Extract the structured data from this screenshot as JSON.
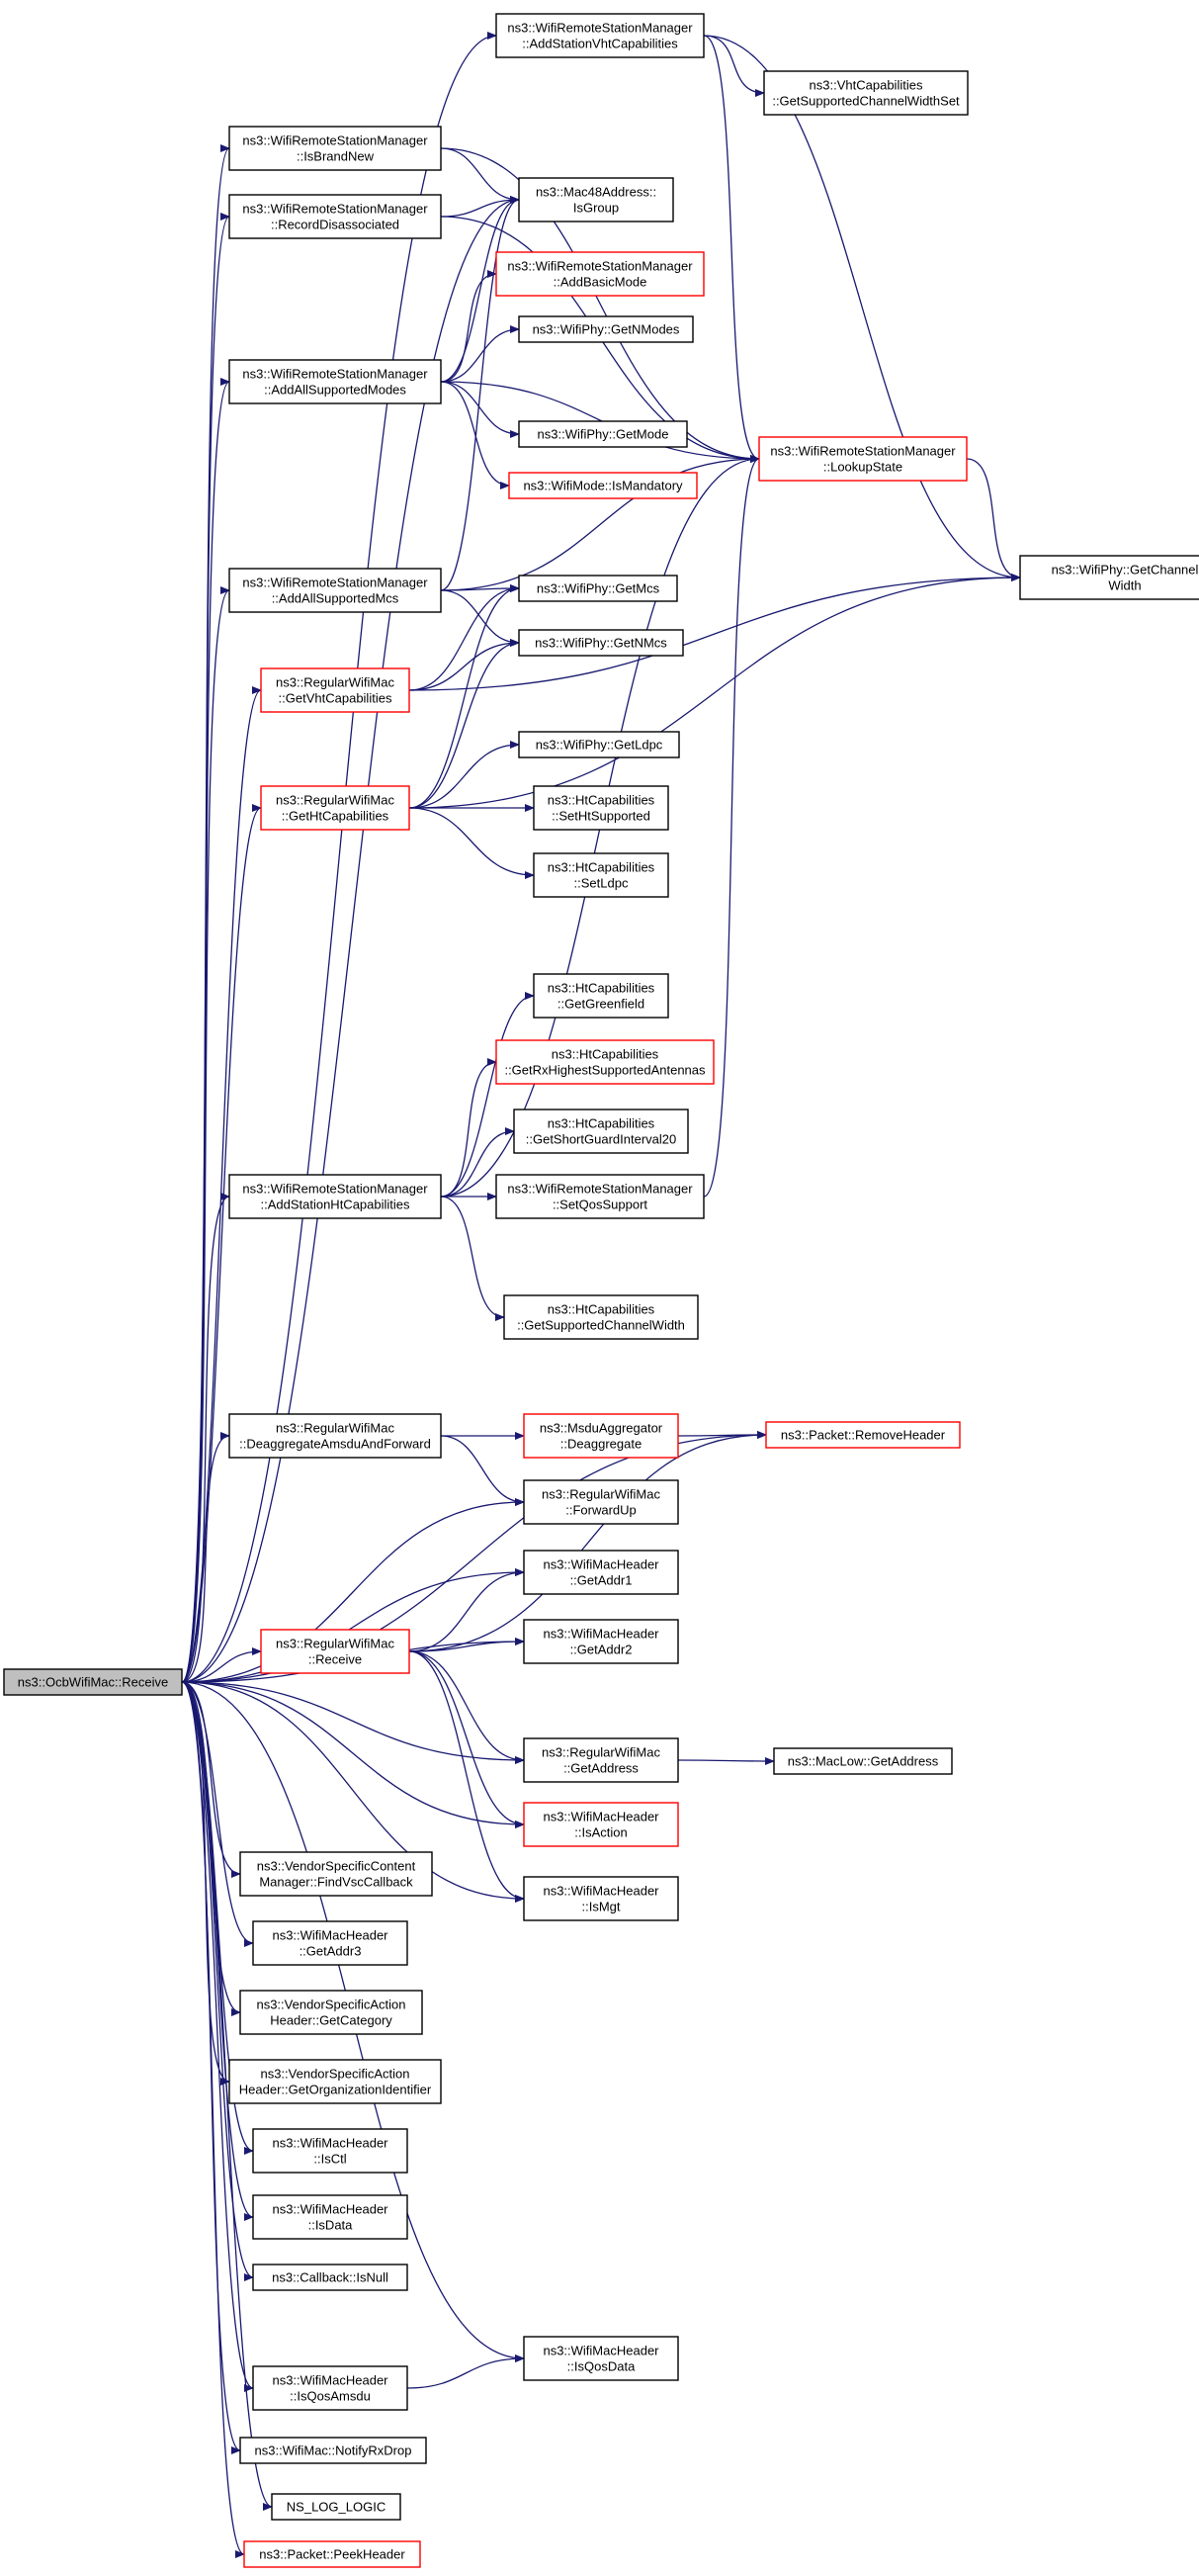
{
  "graph": {
    "title": "",
    "edge_color": "#191970",
    "border_colors": {
      "normal": "#000000",
      "truncated": "#ff0000"
    },
    "root_fill": "#bfbfbf",
    "nodes": [
      {
        "id": "root",
        "lines": [
          "ns3::OcbWifiMac::Receive"
        ],
        "border": "root"
      },
      {
        "id": "addVht",
        "lines": [
          "ns3::WifiRemoteStationManager",
          "::AddStationVhtCapabilities"
        ],
        "border": "normal"
      },
      {
        "id": "vhtWidth",
        "lines": [
          "ns3::VhtCapabilities",
          "::GetSupportedChannelWidthSet"
        ],
        "border": "normal"
      },
      {
        "id": "isBrandNew",
        "lines": [
          "ns3::WifiRemoteStationManager",
          "::IsBrandNew"
        ],
        "border": "normal"
      },
      {
        "id": "recordDis",
        "lines": [
          "ns3::WifiRemoteStationManager",
          "::RecordDisassociated"
        ],
        "border": "normal"
      },
      {
        "id": "isGroup",
        "lines": [
          "ns3::Mac48Address::",
          "IsGroup"
        ],
        "border": "normal"
      },
      {
        "id": "addBasic",
        "lines": [
          "ns3::WifiRemoteStationManager",
          "::AddBasicMode"
        ],
        "border": "truncated"
      },
      {
        "id": "getNModes",
        "lines": [
          "ns3::WifiPhy::GetNModes"
        ],
        "border": "normal"
      },
      {
        "id": "addAllModes",
        "lines": [
          "ns3::WifiRemoteStationManager",
          "::AddAllSupportedModes"
        ],
        "border": "normal"
      },
      {
        "id": "getMode",
        "lines": [
          "ns3::WifiPhy::GetMode"
        ],
        "border": "normal"
      },
      {
        "id": "lookup",
        "lines": [
          "ns3::WifiRemoteStationManager",
          "::LookupState"
        ],
        "border": "truncated"
      },
      {
        "id": "isMandatory",
        "lines": [
          "ns3::WifiMode::IsMandatory"
        ],
        "border": "truncated"
      },
      {
        "id": "chanWidth",
        "lines": [
          "ns3::WifiPhy::GetChannel",
          "Width"
        ],
        "border": "normal"
      },
      {
        "id": "addAllMcs",
        "lines": [
          "ns3::WifiRemoteStationManager",
          "::AddAllSupportedMcs"
        ],
        "border": "normal"
      },
      {
        "id": "getMcs",
        "lines": [
          "ns3::WifiPhy::GetMcs"
        ],
        "border": "normal"
      },
      {
        "id": "getNMcs",
        "lines": [
          "ns3::WifiPhy::GetNMcs"
        ],
        "border": "normal"
      },
      {
        "id": "getVht",
        "lines": [
          "ns3::RegularWifiMac",
          "::GetVhtCapabilities"
        ],
        "border": "truncated"
      },
      {
        "id": "getLdpc",
        "lines": [
          "ns3::WifiPhy::GetLdpc"
        ],
        "border": "normal"
      },
      {
        "id": "getHt",
        "lines": [
          "ns3::RegularWifiMac",
          "::GetHtCapabilities"
        ],
        "border": "truncated"
      },
      {
        "id": "setHtSup",
        "lines": [
          "ns3::HtCapabilities",
          "::SetHtSupported"
        ],
        "border": "normal"
      },
      {
        "id": "setLdpc",
        "lines": [
          "ns3::HtCapabilities",
          "::SetLdpc"
        ],
        "border": "normal"
      },
      {
        "id": "getGreen",
        "lines": [
          "ns3::HtCapabilities",
          "::GetGreenfield"
        ],
        "border": "normal"
      },
      {
        "id": "getRxAnt",
        "lines": [
          "ns3::HtCapabilities",
          "::GetRxHighestSupportedAntennas"
        ],
        "border": "truncated"
      },
      {
        "id": "getSgi",
        "lines": [
          "ns3::HtCapabilities",
          "::GetShortGuardInterval20"
        ],
        "border": "normal"
      },
      {
        "id": "addHt",
        "lines": [
          "ns3::WifiRemoteStationManager",
          "::AddStationHtCapabilities"
        ],
        "border": "normal"
      },
      {
        "id": "setQos",
        "lines": [
          "ns3::WifiRemoteStationManager",
          "::SetQosSupport"
        ],
        "border": "normal"
      },
      {
        "id": "htWidth",
        "lines": [
          "ns3::HtCapabilities",
          "::GetSupportedChannelWidth"
        ],
        "border": "normal"
      },
      {
        "id": "deagFwd",
        "lines": [
          "ns3::RegularWifiMac",
          "::DeaggregateAmsduAndForward"
        ],
        "border": "normal"
      },
      {
        "id": "deag",
        "lines": [
          "ns3::MsduAggregator",
          "::Deaggregate"
        ],
        "border": "truncated"
      },
      {
        "id": "removeHdr",
        "lines": [
          "ns3::Packet::RemoveHeader"
        ],
        "border": "truncated"
      },
      {
        "id": "fwdUp",
        "lines": [
          "ns3::RegularWifiMac",
          "::ForwardUp"
        ],
        "border": "normal"
      },
      {
        "id": "addr1",
        "lines": [
          "ns3::WifiMacHeader",
          "::GetAddr1"
        ],
        "border": "normal"
      },
      {
        "id": "regRecv",
        "lines": [
          "ns3::RegularWifiMac",
          "::Receive"
        ],
        "border": "truncated"
      },
      {
        "id": "addr2",
        "lines": [
          "ns3::WifiMacHeader",
          "::GetAddr2"
        ],
        "border": "normal"
      },
      {
        "id": "getAddress",
        "lines": [
          "ns3::RegularWifiMac",
          "::GetAddress"
        ],
        "border": "normal"
      },
      {
        "id": "macLowAddr",
        "lines": [
          "ns3::MacLow::GetAddress"
        ],
        "border": "normal"
      },
      {
        "id": "isAction",
        "lines": [
          "ns3::WifiMacHeader",
          "::IsAction"
        ],
        "border": "truncated"
      },
      {
        "id": "findVsc",
        "lines": [
          "ns3::VendorSpecificContent",
          "Manager::FindVscCallback"
        ],
        "border": "normal"
      },
      {
        "id": "isMgt",
        "lines": [
          "ns3::WifiMacHeader",
          "::IsMgt"
        ],
        "border": "normal"
      },
      {
        "id": "addr3",
        "lines": [
          "ns3::WifiMacHeader",
          "::GetAddr3"
        ],
        "border": "normal"
      },
      {
        "id": "getCategory",
        "lines": [
          "ns3::VendorSpecificAction",
          "Header::GetCategory"
        ],
        "border": "normal"
      },
      {
        "id": "getOrgId",
        "lines": [
          "ns3::VendorSpecificAction",
          "Header::GetOrganizationIdentifier"
        ],
        "border": "normal"
      },
      {
        "id": "isCtl",
        "lines": [
          "ns3::WifiMacHeader",
          "::IsCtl"
        ],
        "border": "normal"
      },
      {
        "id": "isData",
        "lines": [
          "ns3::WifiMacHeader",
          "::IsData"
        ],
        "border": "normal"
      },
      {
        "id": "isNull",
        "lines": [
          "ns3::Callback::IsNull"
        ],
        "border": "normal"
      },
      {
        "id": "isQosData",
        "lines": [
          "ns3::WifiMacHeader",
          "::IsQosData"
        ],
        "border": "normal"
      },
      {
        "id": "isQosAmsdu",
        "lines": [
          "ns3::WifiMacHeader",
          "::IsQosAmsdu"
        ],
        "border": "normal"
      },
      {
        "id": "notifyDrop",
        "lines": [
          "ns3::WifiMac::NotifyRxDrop"
        ],
        "border": "normal"
      },
      {
        "id": "nsLog",
        "lines": [
          "NS_LOG_LOGIC"
        ],
        "border": "normal"
      },
      {
        "id": "peekHdr",
        "lines": [
          "ns3::Packet::PeekHeader"
        ],
        "border": "truncated"
      }
    ],
    "edges": [
      [
        "root",
        "addVht"
      ],
      [
        "root",
        "isBrandNew"
      ],
      [
        "root",
        "recordDis"
      ],
      [
        "root",
        "isGroup"
      ],
      [
        "root",
        "addAllModes"
      ],
      [
        "root",
        "addAllMcs"
      ],
      [
        "root",
        "getVht"
      ],
      [
        "root",
        "getHt"
      ],
      [
        "root",
        "addHt"
      ],
      [
        "root",
        "removeHdr"
      ],
      [
        "root",
        "deagFwd"
      ],
      [
        "root",
        "fwdUp"
      ],
      [
        "root",
        "addr1"
      ],
      [
        "root",
        "addr2"
      ],
      [
        "root",
        "regRecv"
      ],
      [
        "root",
        "getAddress"
      ],
      [
        "root",
        "isAction"
      ],
      [
        "root",
        "isMgt"
      ],
      [
        "root",
        "findVsc"
      ],
      [
        "root",
        "addr3"
      ],
      [
        "root",
        "getCategory"
      ],
      [
        "root",
        "getOrgId"
      ],
      [
        "root",
        "isCtl"
      ],
      [
        "root",
        "isData"
      ],
      [
        "root",
        "isNull"
      ],
      [
        "root",
        "isQosData"
      ],
      [
        "root",
        "isQosAmsdu"
      ],
      [
        "root",
        "notifyDrop"
      ],
      [
        "root",
        "nsLog"
      ],
      [
        "root",
        "peekHdr"
      ],
      [
        "addVht",
        "vhtWidth"
      ],
      [
        "addVht",
        "lookup"
      ],
      [
        "addVht",
        "chanWidth"
      ],
      [
        "isBrandNew",
        "isGroup"
      ],
      [
        "isBrandNew",
        "lookup"
      ],
      [
        "recordDis",
        "isGroup"
      ],
      [
        "recordDis",
        "lookup"
      ],
      [
        "addAllModes",
        "isGroup"
      ],
      [
        "addAllModes",
        "addBasic"
      ],
      [
        "addAllModes",
        "getNModes"
      ],
      [
        "addAllModes",
        "getMode"
      ],
      [
        "addAllModes",
        "lookup"
      ],
      [
        "addAllModes",
        "isMandatory"
      ],
      [
        "lookup",
        "chanWidth"
      ],
      [
        "addAllMcs",
        "isGroup"
      ],
      [
        "addAllMcs",
        "getMcs"
      ],
      [
        "addAllMcs",
        "getNMcs"
      ],
      [
        "addAllMcs",
        "lookup"
      ],
      [
        "getVht",
        "getMcs"
      ],
      [
        "getVht",
        "getNMcs"
      ],
      [
        "getVht",
        "chanWidth"
      ],
      [
        "getHt",
        "getMcs"
      ],
      [
        "getHt",
        "getNMcs"
      ],
      [
        "getHt",
        "getLdpc"
      ],
      [
        "getHt",
        "setHtSup"
      ],
      [
        "getHt",
        "setLdpc"
      ],
      [
        "getHt",
        "chanWidth"
      ],
      [
        "addHt",
        "getGreen"
      ],
      [
        "addHt",
        "getRxAnt"
      ],
      [
        "addHt",
        "getSgi"
      ],
      [
        "addHt",
        "setQos"
      ],
      [
        "addHt",
        "htWidth"
      ],
      [
        "addHt",
        "lookup"
      ],
      [
        "setQos",
        "lookup"
      ],
      [
        "deagFwd",
        "deag"
      ],
      [
        "deagFwd",
        "fwdUp"
      ],
      [
        "deag",
        "removeHdr"
      ],
      [
        "regRecv",
        "addr1"
      ],
      [
        "regRecv",
        "addr2"
      ],
      [
        "regRecv",
        "getAddress"
      ],
      [
        "regRecv",
        "isAction"
      ],
      [
        "regRecv",
        "isMgt"
      ],
      [
        "regRecv",
        "removeHdr"
      ],
      [
        "getAddress",
        "macLowAddr"
      ],
      [
        "isQosAmsdu",
        "isQosData"
      ]
    ]
  }
}
